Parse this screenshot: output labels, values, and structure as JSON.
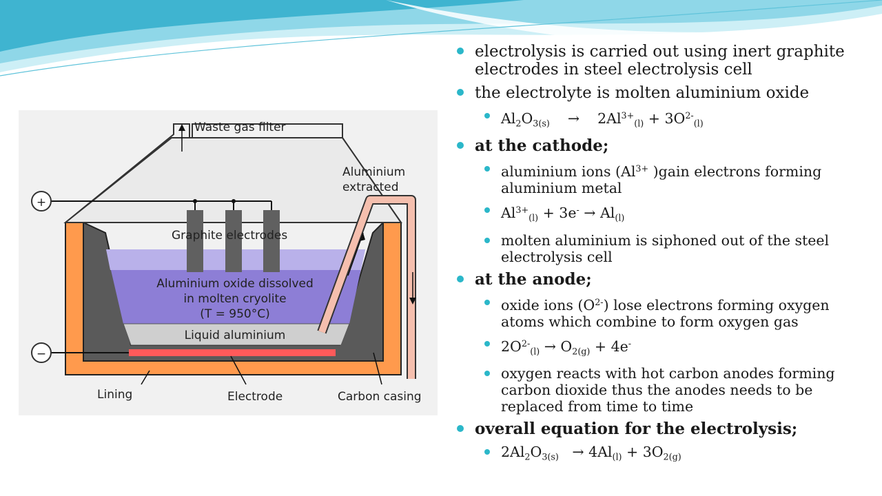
{
  "colors": {
    "accent": "#2bb7c9",
    "wave_light": "#cdeff6",
    "wave_mid": "#8fd7e8",
    "wave_dark": "#3fb4d0"
  },
  "diagram": {
    "labels": {
      "waste_gas": "Waste gas filter",
      "aluminium_extracted_1": "Aluminium",
      "aluminium_extracted_2": "extracted",
      "graphite": "Graphite electrodes",
      "oxide_1": "Aluminium oxide dissolved",
      "oxide_2": "in molten cryolite",
      "oxide_3": "(T = 950°C)",
      "liquid_al": "Liquid aluminium",
      "lining": "Lining",
      "electrode": "Electrode",
      "carbon_casing": "Carbon casing",
      "plus": "+",
      "minus": "−"
    }
  },
  "content": {
    "b1": "electrolysis is carried out using inert graphite electrodes in steel electrolysis cell",
    "b2": "the electrolyte is molten aluminium oxide",
    "b2_1": {
      "a": "Al",
      "s1": "2",
      "o": "O",
      "s2": "3(s)",
      "arrow": "→",
      "p1": "2Al",
      "sup1": "3+",
      "sub1": "(l)",
      "plus": " + 3O",
      "sup2": "2-",
      "sub2": "(l)"
    },
    "b3": "at the cathode;",
    "b3_1a": "aluminium ions (Al",
    "b3_1sup": "3+",
    "b3_1b": " )gain electrons forming aluminium metal",
    "b3_2": {
      "a": "Al",
      "sup1": "3+",
      "sub1": "(l)",
      "mid": " + 3e",
      "sup2": "-",
      "arrow": " → Al",
      "sub2": "(l)"
    },
    "b3_3": "molten aluminium is siphoned out of the steel electrolysis cell",
    "b4": "at the anode;",
    "b4_1a": "oxide ions (O",
    "b4_1sup": "2-",
    "b4_1b": ") lose electrons forming oxygen atoms which combine to form oxygen gas",
    "b4_2": {
      "a": "2O",
      "sup1": "2-",
      "sub1": "(l)",
      "arrow": " → O",
      "sub2": "2(g)",
      "mid": " + 4e",
      "sup2": "-"
    },
    "b4_3": "oxygen reacts with hot carbon anodes forming carbon dioxide thus the anodes needs to be replaced from time to time",
    "b5": "overall equation for the electrolysis;",
    "b5_1": {
      "a": "2Al",
      "s1": "2",
      "o": "O",
      "s2": "3(s)",
      "arrow": " → 4Al",
      "sub1": "(l)",
      "plus": " + 3O",
      "sub2": "2(g)"
    }
  }
}
